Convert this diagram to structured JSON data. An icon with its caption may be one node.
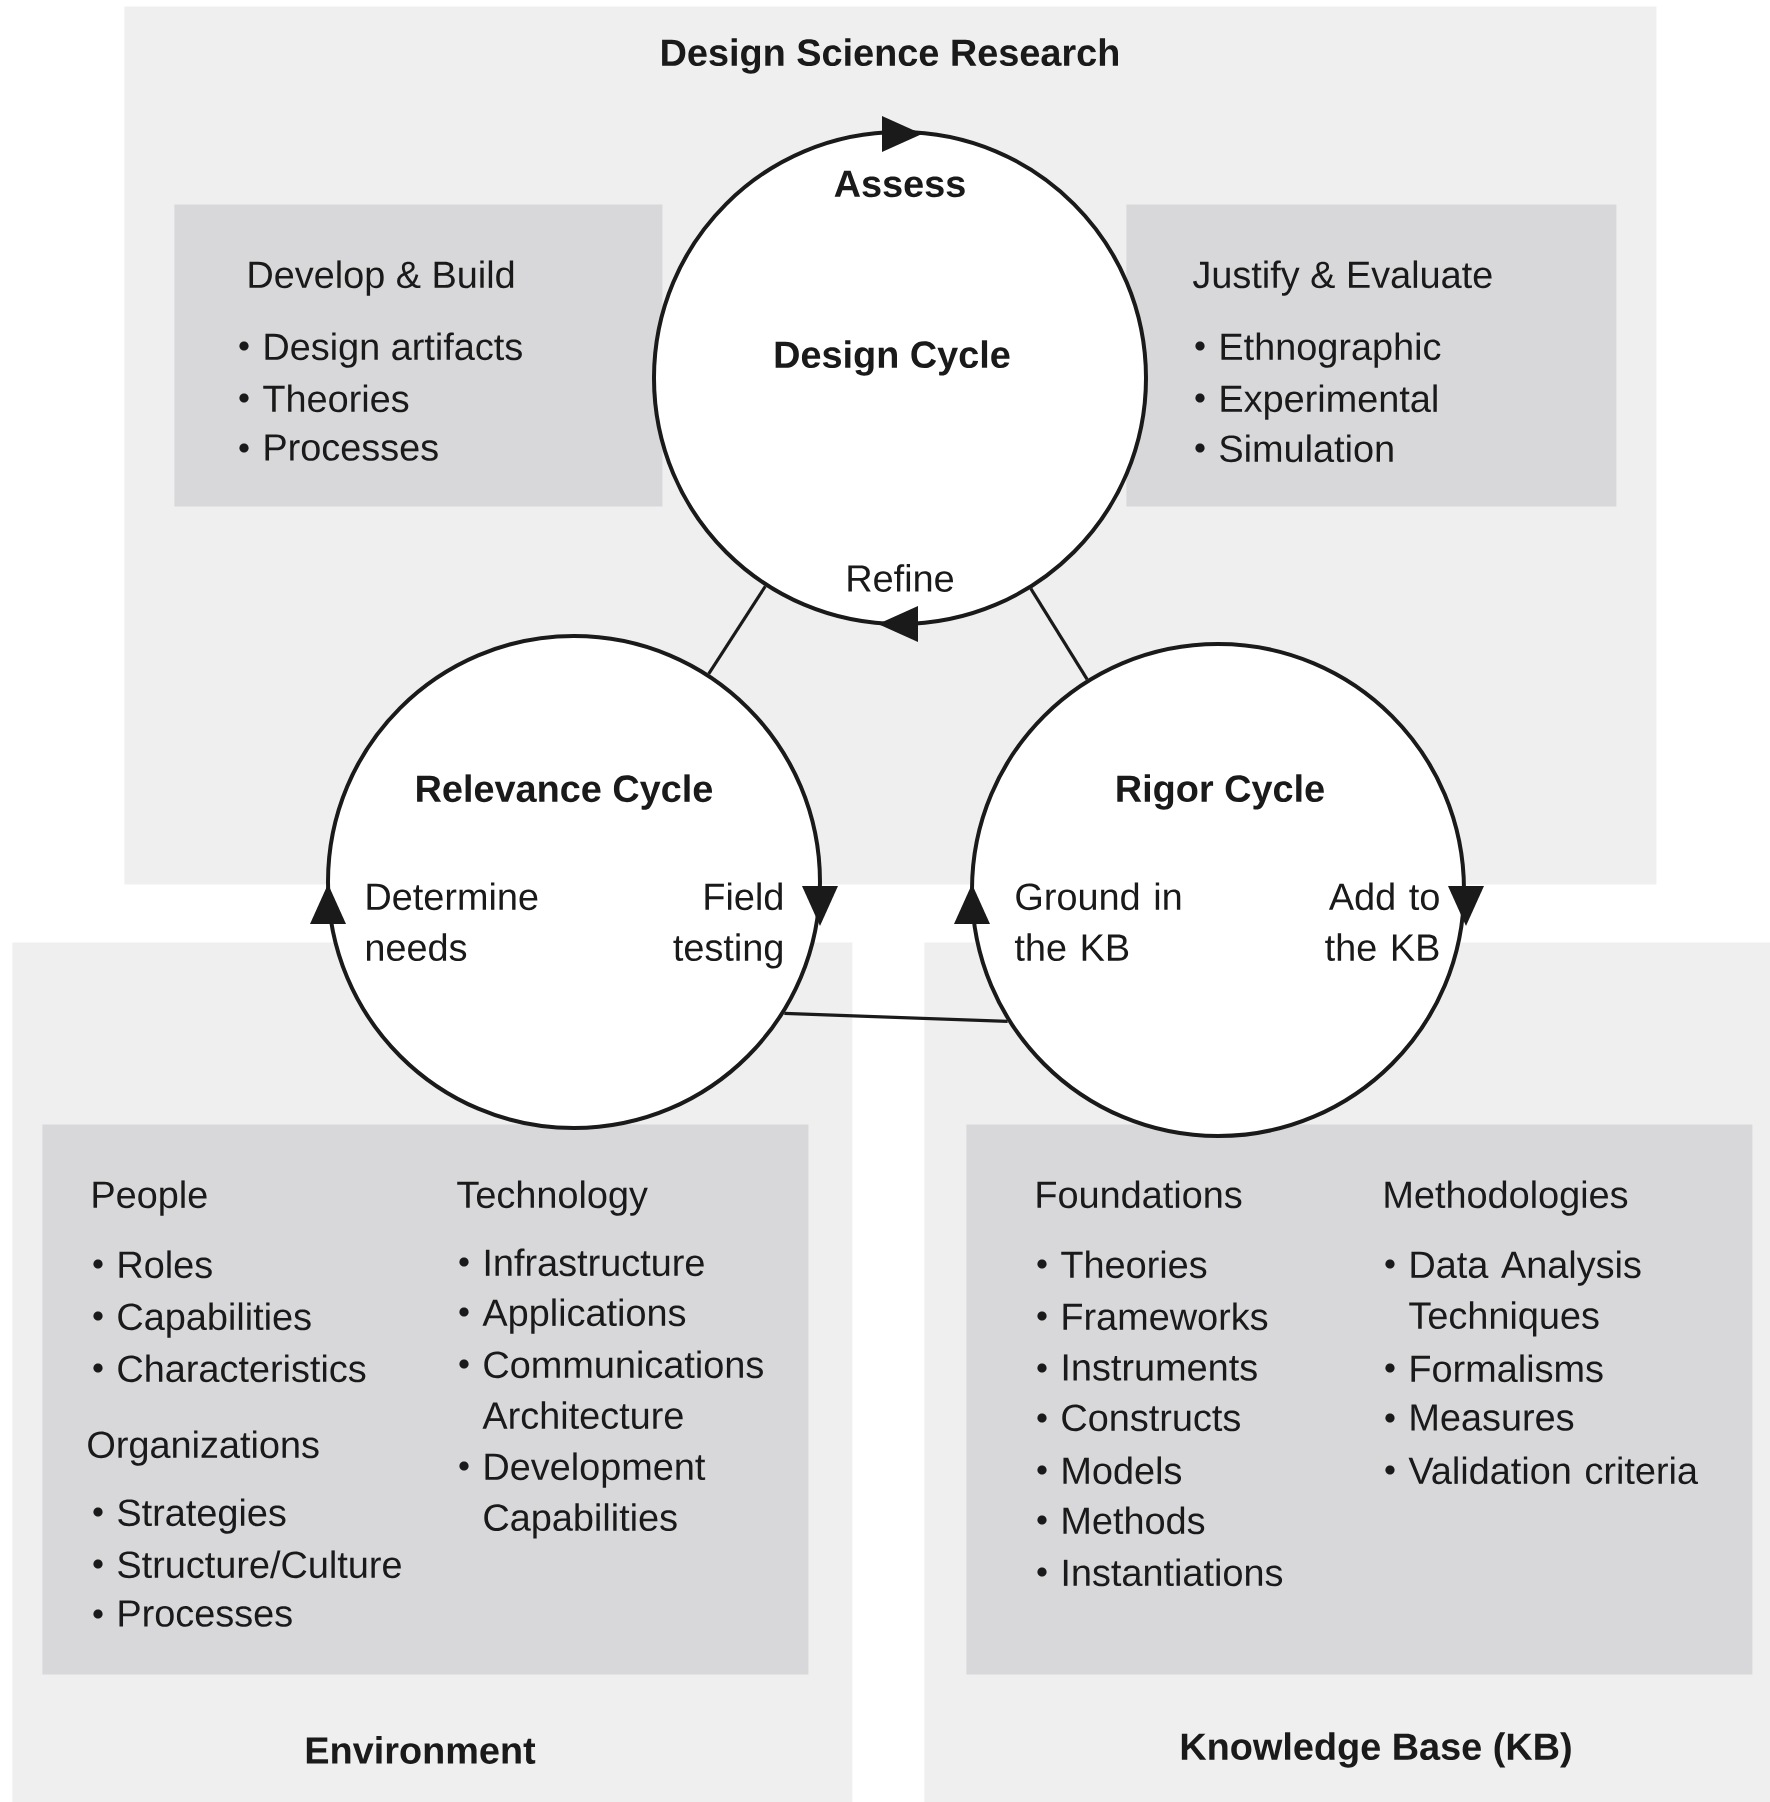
{
  "diagram": {
    "nodes": [
      {
        "text": [
          "Design Science Research"
        ]
      },
      {
        "text": [
          "Develop & Build",
          "Design artifacts",
          "Theories",
          "Processes"
        ],
        "in": 0
      },
      {
        "text": [
          "Assess",
          "Design Cycle",
          "Refine"
        ],
        "in": 0
      },
      {
        "text": [
          "Justify & Evaluate",
          "Ethnographic",
          "Experimental",
          "Simulation"
        ],
        "in": 0
      },
      {
        "text": [
          "Relevance Cycle",
          "Determine needs",
          "Field testing"
        ]
      },
      {
        "text": [
          "Rigor Cycle",
          "Ground in the KB",
          "Add to the KB"
        ]
      },
      {
        "text": [
          "Environment"
        ]
      },
      {
        "text": [
          "People",
          "Roles",
          "Capabilities",
          "Characteristics",
          "Organizations",
          "Strategies",
          "Structure/Culture",
          "Processes",
          "Technology",
          "Infrastructure",
          "Applications",
          "Communications Architecture",
          "Development Capabilities"
        ],
        "in": 6
      },
      {
        "text": [
          "Knowledge Base (KB)"
        ]
      },
      {
        "text": [
          "Foundations",
          "Theories",
          "Frameworks",
          "Instruments",
          "Constructs",
          "Models",
          "Methods",
          "Instantiations",
          "Methodologies",
          "Data Analysis Techniques",
          "Formalisms",
          "Measures",
          "Validation criteria"
        ],
        "in": 8
      }
    ],
    "edges": [
      {
        "from": 2,
        "to": 4,
        "arrow": "none"
      },
      {
        "from": 2,
        "to": 5,
        "arrow": "none"
      },
      {
        "from": 4,
        "to": 5,
        "arrow": "none"
      }
    ]
  }
}
